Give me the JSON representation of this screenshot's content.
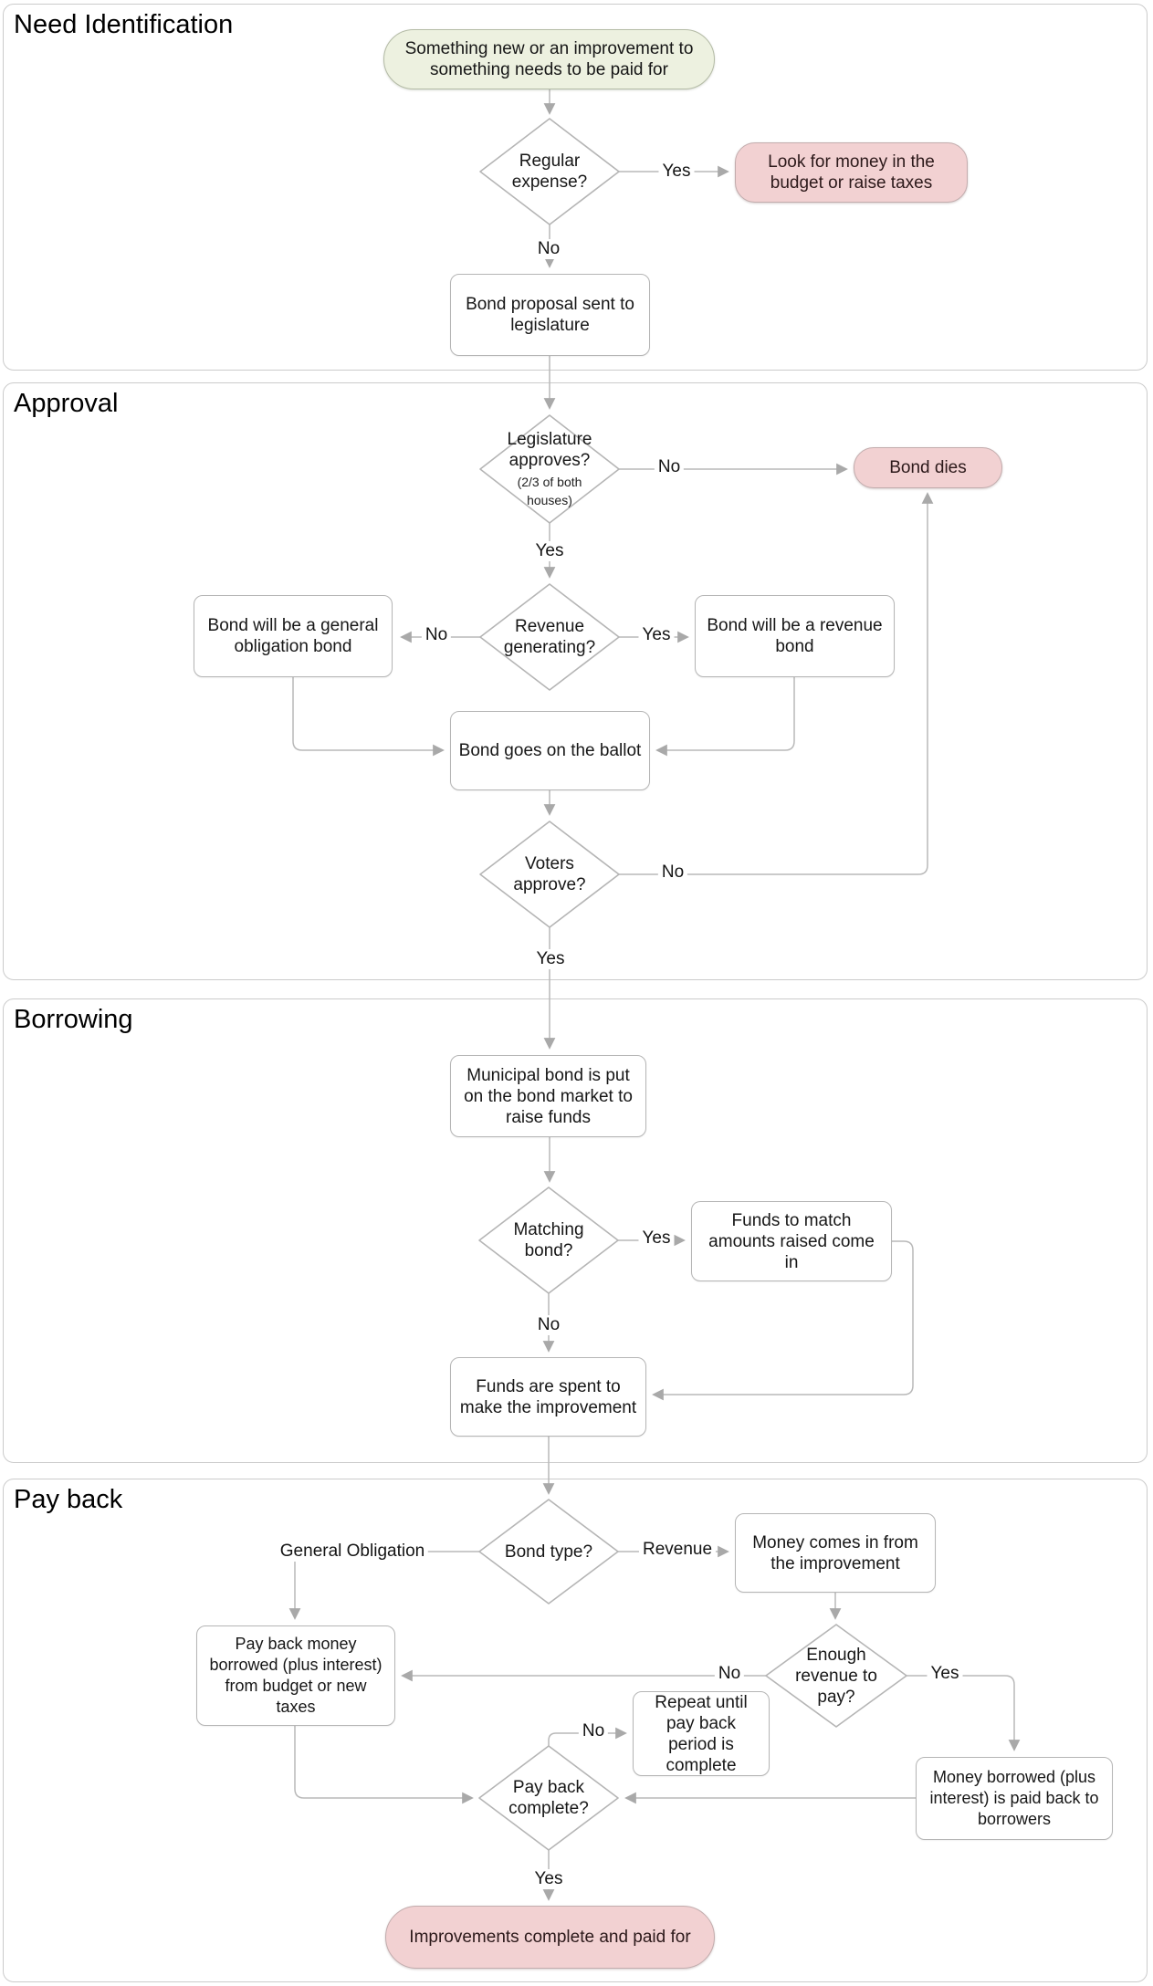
{
  "diagram_title": "Municipal bond process flowchart",
  "sections": [
    {
      "title": "Need Identification"
    },
    {
      "title": "Approval"
    },
    {
      "title": "Borrowing"
    },
    {
      "title": "Pay back"
    }
  ],
  "nodes": {
    "start": {
      "text": "Something new or an improvement to\nsomething needs to be paid for"
    },
    "regular_expense": {
      "text": "Regular\nexpense?"
    },
    "look_for_money": {
      "text": "Look for money in the\nbudget or raise taxes"
    },
    "bond_proposal": {
      "text": "Bond proposal sent to\nlegislature"
    },
    "legislature_approves": {
      "text": "Legislature\napproves?",
      "subtext": "(2/3 of both\nhouses)"
    },
    "bond_dies": {
      "text": "Bond dies"
    },
    "revenue_generating": {
      "text": "Revenue\ngenerating?"
    },
    "general_obligation_bond": {
      "text": "Bond will be a general\nobligation bond"
    },
    "revenue_bond": {
      "text": "Bond will be a revenue\nbond"
    },
    "ballot": {
      "text": "Bond goes on the ballot"
    },
    "voters_approve": {
      "text": "Voters\napprove?"
    },
    "municipal_bond": {
      "text": "Municipal bond is put\non the bond market to\nraise funds"
    },
    "matching_bond": {
      "text": "Matching\nbond?"
    },
    "funds_match": {
      "text": "Funds to match\namounts raised come\nin"
    },
    "funds_spent": {
      "text": "Funds are spent to\nmake the improvement"
    },
    "bond_type": {
      "text": "Bond type?"
    },
    "money_comes_in": {
      "text": "Money comes in from\nthe improvement"
    },
    "enough_revenue": {
      "text": "Enough\nrevenue to\npay?"
    },
    "payback_money": {
      "text": "Pay back money\nborrowed (plus interest)\nfrom budget or new\ntaxes"
    },
    "repeat_until": {
      "text": "Repeat until\npay back\nperiod is\ncomplete"
    },
    "money_borrowed": {
      "text": "Money borrowed (plus\ninterest) is paid back to\nborrowers"
    },
    "payback_complete": {
      "text": "Pay back\ncomplete?"
    },
    "improvements_complete": {
      "text": "Improvements complete and paid for"
    }
  },
  "labels": {
    "regular_expense_yes": "Yes",
    "regular_expense_no": "No",
    "legislature_no": "No",
    "legislature_yes": "Yes",
    "revenue_generating_no": "No",
    "revenue_generating_yes": "Yes",
    "voters_no": "No",
    "voters_yes": "Yes",
    "matching_yes": "Yes",
    "matching_no": "No",
    "bond_type_general": "General Obligation",
    "bond_type_revenue": "Revenue",
    "enough_no": "No",
    "enough_yes": "Yes",
    "payback_no": "No",
    "payback_yes": "Yes"
  },
  "colors": {
    "start_fill": "#edf1e0",
    "terminal_fill": "#f2d1d2",
    "line": "#b9b9b9",
    "arrowhead": "#a9a9a9",
    "node_border": "#b5b5b5",
    "section_border": "#cbcbcb"
  }
}
